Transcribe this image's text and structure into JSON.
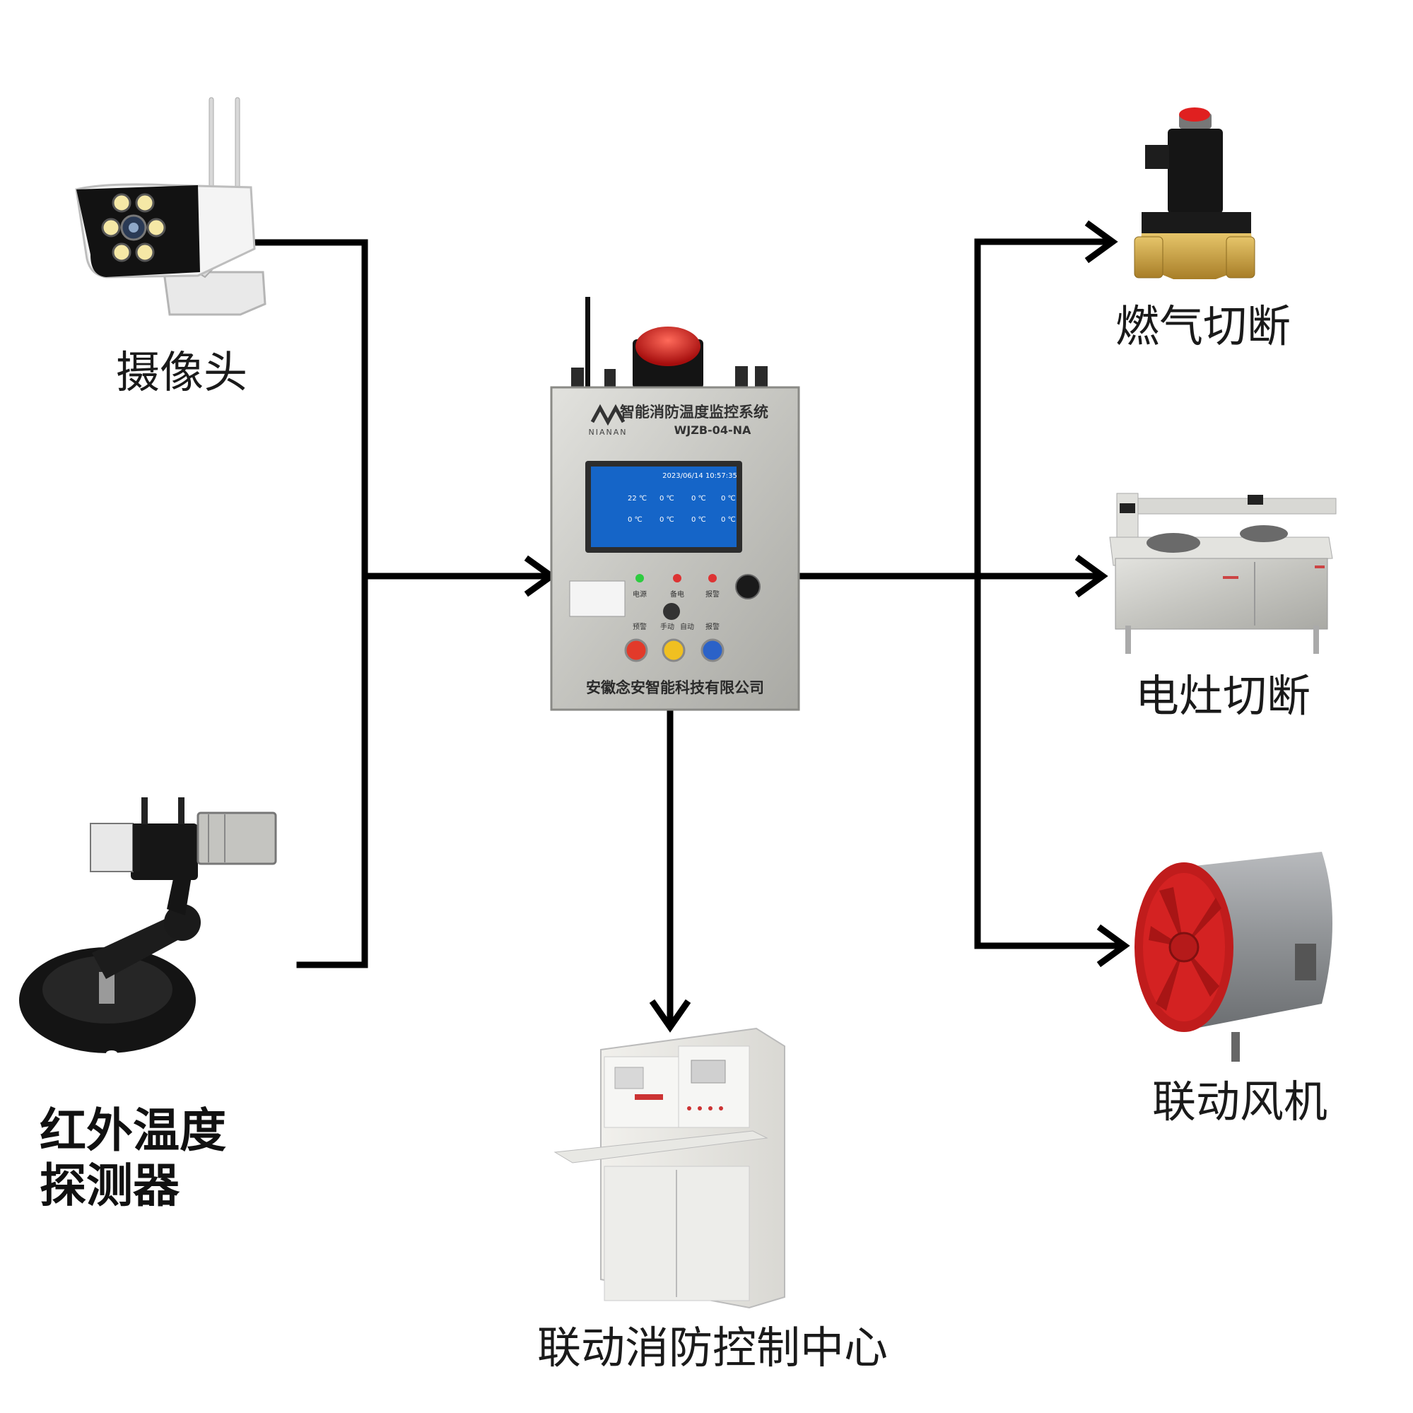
{
  "nodes": {
    "camera": {
      "label": "摄像头"
    },
    "ir_detector": {
      "label_line1": "红外温度",
      "label_line2": "探测器"
    },
    "controller": {
      "title": "智能消防温度监控系统",
      "model": "WJZB-04-NA",
      "brand": "NIANAN",
      "company": "安徽念安智能科技有限公司",
      "screen_time": "2023/06/14 10:57:35",
      "screen_values": [
        "22 ℃",
        "0 ℃",
        "0 ℃",
        "0 ℃",
        "0 ℃",
        "0 ℃",
        "0 ℃",
        "0 ℃"
      ],
      "indicator_labels": [
        "电源",
        "备电",
        "报警"
      ],
      "switch_labels": [
        "预警",
        "手动",
        "自动",
        "报警"
      ]
    },
    "gas_cutoff": {
      "label": "燃气切断"
    },
    "stove_cutoff": {
      "label": "电灶切断"
    },
    "linked_fan": {
      "label": "联动风机"
    },
    "fire_control_center": {
      "label": "联动消防控制中心"
    }
  },
  "colors": {
    "line": "#000000",
    "steel": "#c9c9c4",
    "screen_blue": "#1565c8",
    "alarm_red": "#d81818",
    "fan_red": "#d42222",
    "brass": "#c9a040"
  }
}
